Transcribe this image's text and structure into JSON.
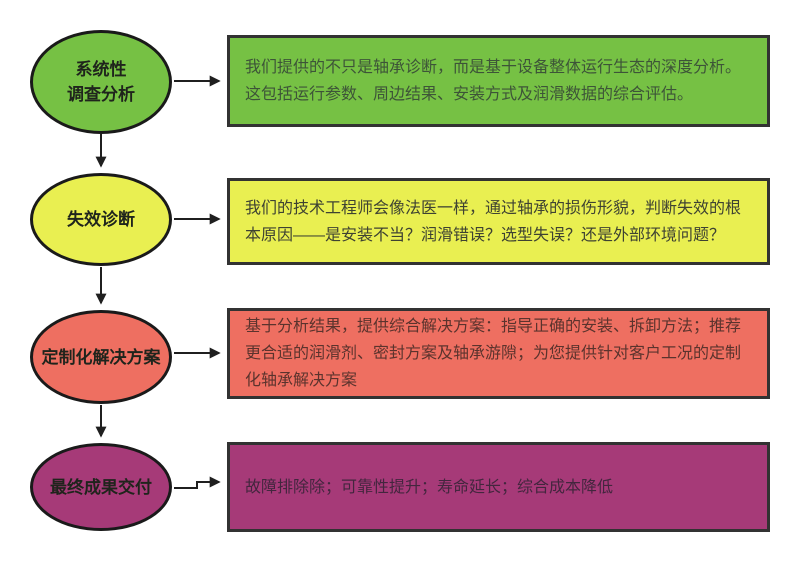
{
  "diagram": {
    "type": "flowchart",
    "title": "",
    "stages": [
      {
        "name": "systematic-investigation",
        "node_lines": [
          "系统性",
          "调查分析"
        ],
        "detail": "我们提供的不只是轴承诊断，而是基于设备整体运行生态的深度分析。这包括运行参数、周边结果、安装方式及润滑数据的综合评估。",
        "fill": "#76c144",
        "detail_text_color": "#3d5438"
      },
      {
        "name": "failure-diagnosis",
        "node_lines": [
          "失效诊断"
        ],
        "detail": "我们的技术工程师会像法医一样，通过轴承的损伤形貌，判断失效的根本原因——是安装不当？润滑错误？选型失误？还是外部环境问题？",
        "fill": "#e9ef51",
        "detail_text_color": "#3e4232"
      },
      {
        "name": "customized-solution",
        "node_lines": [
          "定制化解决方案"
        ],
        "detail": "基于分析结果，提供综合解决方案：指导正确的安装、拆卸方法；推荐更合适的润滑剂、密封方案及轴承游隙；为您提供针对客户工况的定制化轴承解决方案",
        "fill": "#ee6f61",
        "detail_text_color": "#5b332d"
      },
      {
        "name": "final-delivery",
        "node_lines": [
          "最终成果交付"
        ],
        "detail": "故障排除除；可靠性提升；寿命延长；综合成本降低",
        "fill": "#a63a78",
        "detail_text_color": "#43263e"
      }
    ],
    "colors": {
      "background": "#ffffff",
      "connector": "#1f1f1f",
      "node_border": "#1a1a1a",
      "box_border": "#323232",
      "node_text": "#1f241c"
    }
  }
}
